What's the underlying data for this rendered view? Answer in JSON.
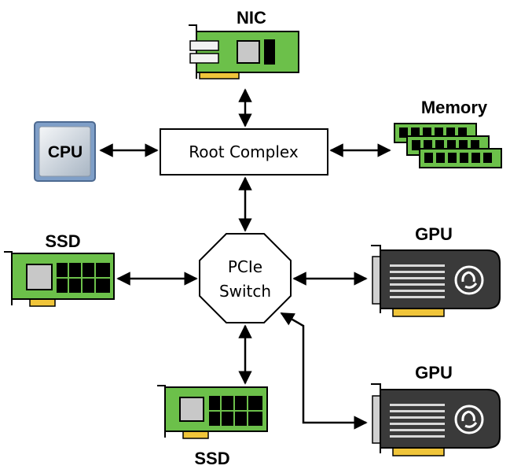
{
  "labels": {
    "nic": "NIC",
    "memory": "Memory",
    "cpu": "CPU",
    "root_complex": "Root Complex",
    "switch_line1": "PCIe",
    "switch_line2": "Switch",
    "ssd_left": "SSD",
    "ssd_bottom": "SSD",
    "gpu_top": "GPU",
    "gpu_bottom": "GPU"
  },
  "colors": {
    "card_green": "#6cc04a",
    "gold_contact": "#f0c53a",
    "gpu_body": "#3a3a3a",
    "cpu_blue": "#7f9fc8"
  },
  "icons": [
    "nic-card-icon",
    "memory-module-icon",
    "cpu-chip-icon",
    "ssd-card-icon",
    "gpu-card-icon"
  ]
}
